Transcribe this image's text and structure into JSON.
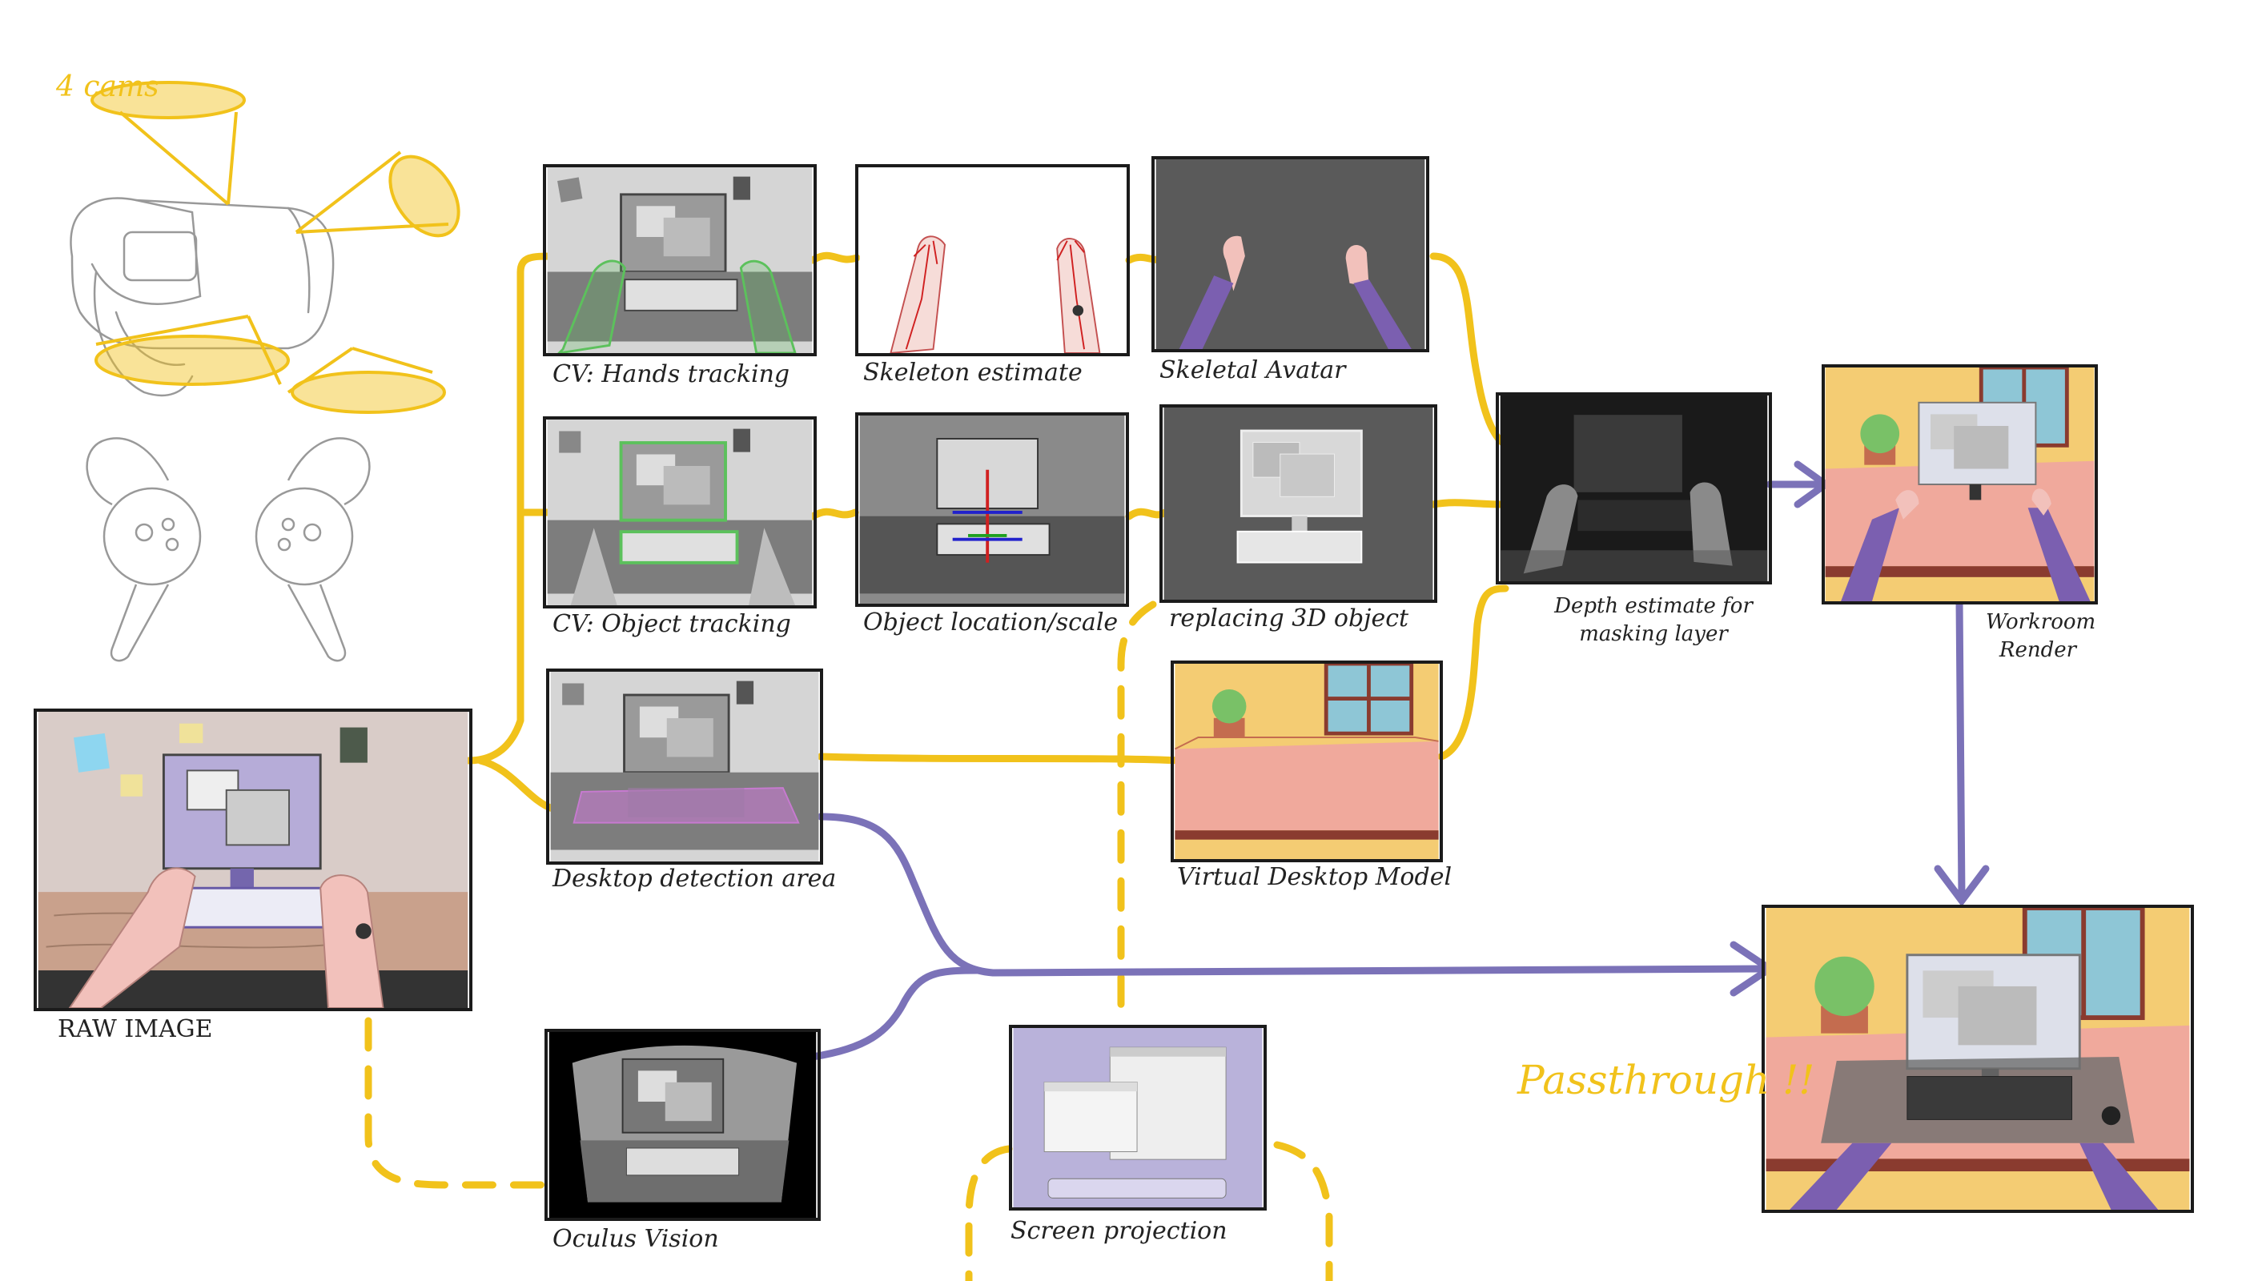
{
  "annotations": {
    "cams": "4 cams",
    "passthrough": "Passthrough !!"
  },
  "captions": {
    "raw": "RAW IMAGE",
    "hands_tracking": "CV: Hands tracking",
    "skeleton": "Skeleton estimate",
    "avatar": "Skeletal Avatar",
    "object_tracking": "CV: Object tracking",
    "object_location": "Object location/scale",
    "replacing": "replacing 3D object",
    "desktop_area": "Desktop detection area",
    "virtual_desktop": "Virtual Desktop Model",
    "depth": "Depth estimate for masking layer",
    "workroom": "Workroom Render",
    "oculus": "Oculus Vision",
    "screen": "Screen projection"
  },
  "colors": {
    "yellow_flow": "#f1c21b",
    "purple_flow": "#7b72b8",
    "purple_arm": "#7b5fb0",
    "skin": "#f2c1bb",
    "wall": "#d9ccc8",
    "desk": "#c9a18c",
    "room_wall": "#f4cc73",
    "room_floor": "#f0a99c",
    "window": "#8ec6d6",
    "panel_dark": "#5a5a5a",
    "screen_purple": "#b9b2da",
    "green_outline": "#5cc15c",
    "magenta_area": "#c77ad0"
  }
}
